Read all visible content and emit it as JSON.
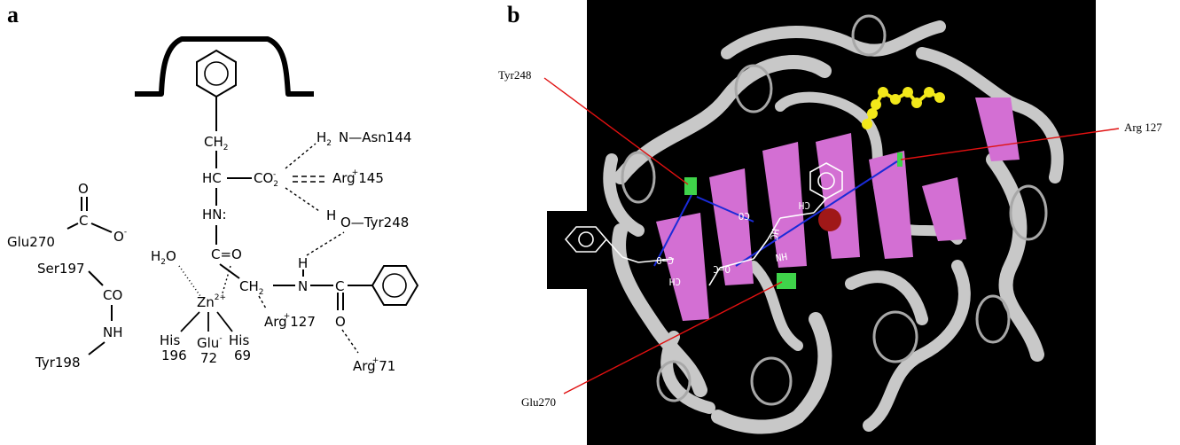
{
  "panels": {
    "a": {
      "letter": "a",
      "labels": {
        "h2n": "H",
        "h2n_sub": "2",
        "n_asn": "N—Asn144",
        "ch2_top": "CH",
        "ch2_top_sub": "2",
        "hc": "HC",
        "co2": "CO",
        "co2_sub": "2",
        "co2_sup": "-",
        "arg145": "Arg",
        "arg145_sup": "+",
        "arg145_num": "145",
        "hn": "HN:",
        "h_tyr": "H",
        "o_tyr": "O—Tyr248",
        "c_eq_o": "C=O",
        "h2o": "H",
        "h2o_sub": "2",
        "h2o_o": "O",
        "ch2_mid": "CH",
        "ch2_mid_sub": "2",
        "n_mid": "N",
        "h_mid": "H",
        "c_mid": "C",
        "o_mid": "O",
        "zn": "Zn",
        "zn_sup": "2+",
        "arg127": "Arg",
        "arg127_sup": "+",
        "arg127_num": "127",
        "his196_a": "His",
        "his196_b": "196",
        "glu72_a": "Glu",
        "glu72_sup": "-",
        "glu72_b": "72",
        "his69_a": "His",
        "his69_b": "69",
        "arg71": "Arg",
        "arg71_sup": "+",
        "arg71_num": "71",
        "glu270": "Glu270",
        "c_glu": "C",
        "o_glu_top": "O",
        "o_glu_minus": "O",
        "o_glu_minus_sup": "-",
        "ser197": "Ser197",
        "co_ser": "CO",
        "nh_ser": "NH",
        "tyr198": "Tyr198"
      }
    },
    "b": {
      "letter": "b",
      "callouts": {
        "tyr248": "Tyr248",
        "arg127": "Arg 127",
        "glu270": "Glu270"
      },
      "colors": {
        "background": "#000000",
        "ribbon": "#c8c8c8",
        "beta_sheet": "#d36fd3",
        "residue": "#3fd34a",
        "ligand": "#f2e81a",
        "zinc": "#a01818",
        "hbond": "#1a2bd8",
        "callout_line": "#e01010"
      },
      "wireframe_labels": [
        "CH",
        "CO",
        "HC",
        "HN",
        "C=O",
        "O=C",
        "CH"
      ]
    }
  }
}
